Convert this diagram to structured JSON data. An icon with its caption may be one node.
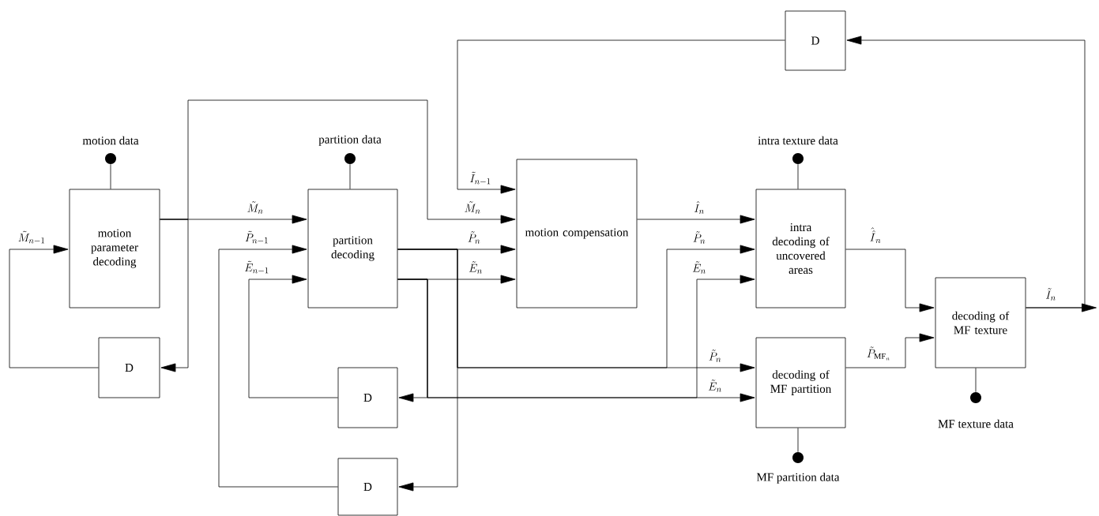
{
  "diagram": {
    "nodes": [
      {
        "text": [
          "D"
        ]
      },
      {
        "text": [],
        "shape": "circle",
        "beside": [
          "motion data"
        ]
      },
      {
        "text": [],
        "shape": "circle",
        "beside": [
          "partition data"
        ]
      },
      {
        "text": [],
        "shape": "circle",
        "beside": [
          "intra texture data"
        ]
      },
      {
        "text": [
          "motion parameter decoding"
        ]
      },
      {
        "text": [
          "partition decoding"
        ]
      },
      {
        "text": [
          "motion compensation"
        ]
      },
      {
        "text": [
          "intra decoding of uncovered areas"
        ]
      },
      {
        "text": [
          "decoding of MF texture"
        ]
      },
      {
        "text": [
          "D"
        ]
      },
      {
        "text": [
          "decoding of MF partition"
        ]
      },
      {
        "text": [
          "D"
        ]
      },
      {
        "text": [],
        "shape": "circle",
        "beside": [
          "MF texture data"
        ]
      },
      {
        "text": [
          "D"
        ]
      },
      {
        "text": [],
        "shape": "circle",
        "beside": [
          "MF partition data"
        ]
      }
    ],
    "edges": [
      {
        "from": 1,
        "to": 4,
        "arrow": "none"
      },
      {
        "from": 2,
        "to": 5,
        "arrow": "none"
      },
      {
        "from": 3,
        "to": 7,
        "arrow": "none"
      },
      {
        "from": 12,
        "to": 8,
        "arrow": "none"
      },
      {
        "from": 14,
        "to": 10,
        "arrow": "none"
      },
      {
        "from": 4,
        "to": 5,
        "arrow": "to",
        "label": "\\tilde{M}_n"
      },
      {
        "from": 4,
        "to": 6,
        "arrow": "to",
        "label": "\\tilde{M}_n"
      },
      {
        "from": 4,
        "to": 9,
        "arrow": "to"
      },
      {
        "from": 9,
        "to": 4,
        "arrow": "to",
        "label": "\\tilde{M}_{n-1}"
      },
      {
        "from": 5,
        "to": 6,
        "arrow": "to",
        "label": "\\tilde{P}_n"
      },
      {
        "from": 5,
        "to": 6,
        "arrow": "to",
        "label": "\\tilde{E}_n"
      },
      {
        "from": 5,
        "to": 7,
        "arrow": "to",
        "label": "\\tilde{P}_n"
      },
      {
        "from": 5,
        "to": 7,
        "arrow": "to",
        "label": "\\tilde{E}_n"
      },
      {
        "from": 5,
        "to": 10,
        "arrow": "to",
        "label": "\\tilde{P}_n"
      },
      {
        "from": 5,
        "to": 10,
        "arrow": "to",
        "label": "\\tilde{E}_n"
      },
      {
        "from": 5,
        "to": 11,
        "arrow": "to"
      },
      {
        "from": 5,
        "to": 13,
        "arrow": "to"
      },
      {
        "from": 11,
        "to": 5,
        "arrow": "to",
        "label": "\\tilde{E}_{n-1}"
      },
      {
        "from": 13,
        "to": 5,
        "arrow": "to",
        "label": "\\tilde{P}_{n-1}"
      },
      {
        "from": 0,
        "to": 6,
        "arrow": "to",
        "label": "\\tilde{I}_{n-1}"
      },
      {
        "from": 6,
        "to": 7,
        "arrow": "to",
        "label": "\\hat{I}_n"
      },
      {
        "from": 7,
        "to": 8,
        "arrow": "to",
        "label": "\\hat{\\hat{I}}_n"
      },
      {
        "from": 10,
        "to": 8,
        "arrow": "to",
        "label": "\\tilde{P}_{\\mathrm{MF}_n}"
      },
      {
        "from": 8,
        "to": null,
        "arrow": "to",
        "label": "\\tilde{I}_n"
      },
      {
        "from": 8,
        "to": 0,
        "arrow": "to"
      }
    ]
  }
}
